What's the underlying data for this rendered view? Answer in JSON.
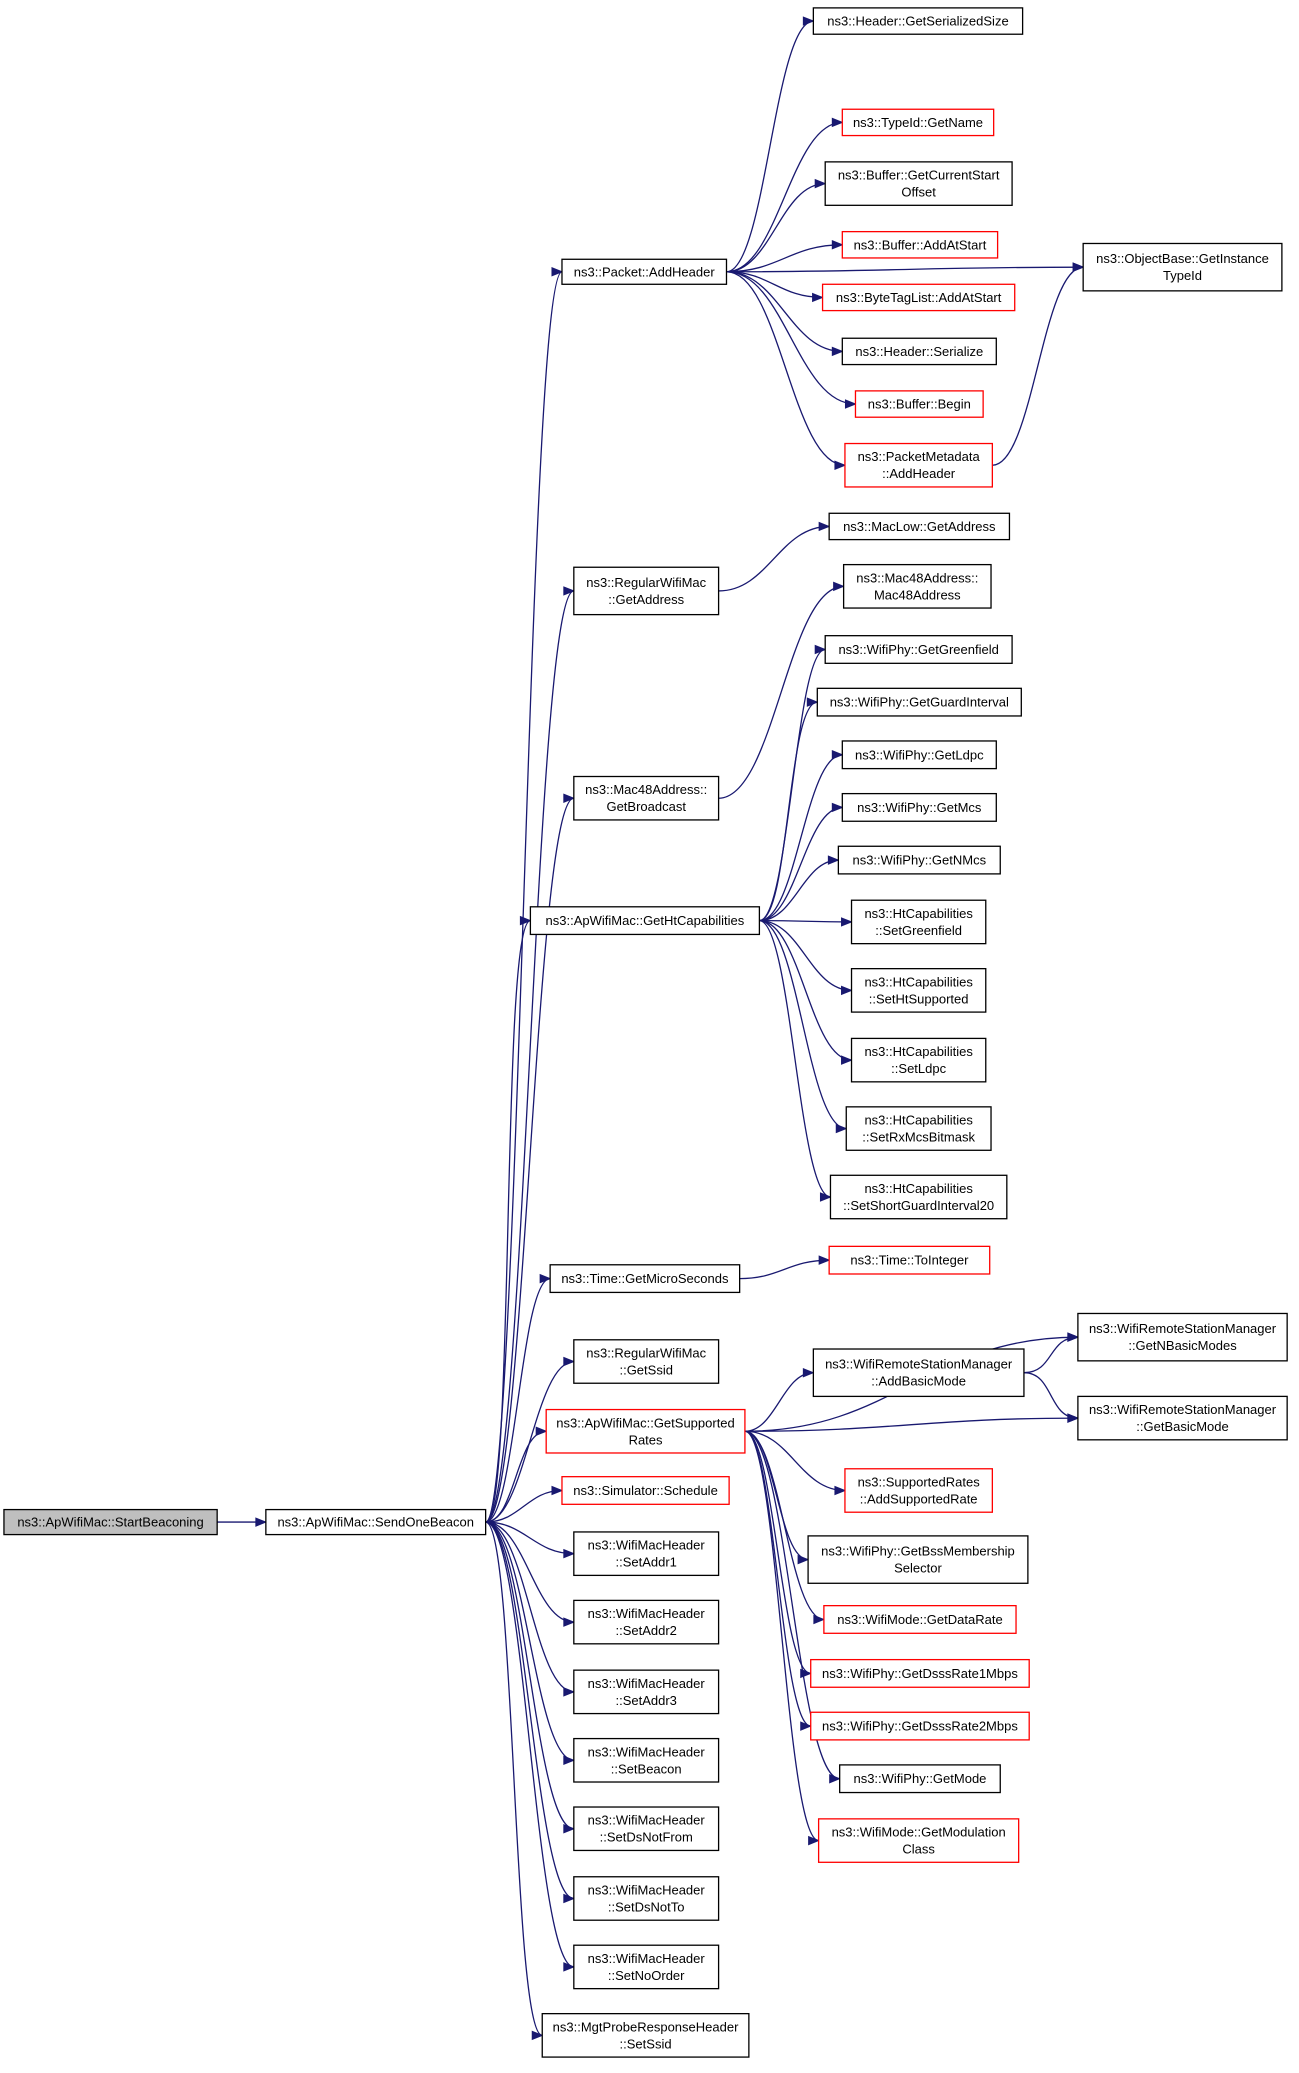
{
  "colors": {
    "edge": "#191970",
    "node_border": "#000000",
    "truncated_border": "#ff0000",
    "root_fill": "#bfbfbf"
  },
  "nodes": [
    {
      "id": "start",
      "lines": [
        "ns3::ApWifiMac::StartBeaconing"
      ],
      "style": "root"
    },
    {
      "id": "send",
      "lines": [
        "ns3::ApWifiMac::SendOneBeacon"
      ],
      "style": "black"
    },
    {
      "id": "addheader",
      "lines": [
        "ns3::Packet::AddHeader"
      ],
      "style": "black"
    },
    {
      "id": "getser",
      "lines": [
        "ns3::Header::GetSerializedSize"
      ],
      "style": "black"
    },
    {
      "id": "typeid",
      "lines": [
        "ns3::TypeId::GetName"
      ],
      "style": "red"
    },
    {
      "id": "bufcur",
      "lines": [
        "ns3::Buffer::GetCurrentStart",
        "Offset"
      ],
      "style": "black"
    },
    {
      "id": "bufadd",
      "lines": [
        "ns3::Buffer::AddAtStart"
      ],
      "style": "red"
    },
    {
      "id": "bytetag",
      "lines": [
        "ns3::ByteTagList::AddAtStart"
      ],
      "style": "red"
    },
    {
      "id": "hdrser",
      "lines": [
        "ns3::Header::Serialize"
      ],
      "style": "black"
    },
    {
      "id": "bufbegin",
      "lines": [
        "ns3::Buffer::Begin"
      ],
      "style": "red"
    },
    {
      "id": "pktmeta",
      "lines": [
        "ns3::PacketMetadata",
        "::AddHeader"
      ],
      "style": "red"
    },
    {
      "id": "objbase",
      "lines": [
        "ns3::ObjectBase::GetInstance",
        "TypeId"
      ],
      "style": "black"
    },
    {
      "id": "rwmaddr",
      "lines": [
        "ns3::RegularWifiMac",
        "::GetAddress"
      ],
      "style": "black"
    },
    {
      "id": "maclow",
      "lines": [
        "ns3::MacLow::GetAddress"
      ],
      "style": "black"
    },
    {
      "id": "mac48ctor",
      "lines": [
        "ns3::Mac48Address::",
        "Mac48Address"
      ],
      "style": "black"
    },
    {
      "id": "mac48bc",
      "lines": [
        "ns3::Mac48Address::",
        "GetBroadcast"
      ],
      "style": "black"
    },
    {
      "id": "htcap",
      "lines": [
        "ns3::ApWifiMac::GetHtCapabilities"
      ],
      "style": "black"
    },
    {
      "id": "greenfield",
      "lines": [
        "ns3::WifiPhy::GetGreenfield"
      ],
      "style": "black"
    },
    {
      "id": "guard",
      "lines": [
        "ns3::WifiPhy::GetGuardInterval"
      ],
      "style": "black"
    },
    {
      "id": "ldpc",
      "lines": [
        "ns3::WifiPhy::GetLdpc"
      ],
      "style": "black"
    },
    {
      "id": "mcs",
      "lines": [
        "ns3::WifiPhy::GetMcs"
      ],
      "style": "black"
    },
    {
      "id": "nmcs",
      "lines": [
        "ns3::WifiPhy::GetNMcs"
      ],
      "style": "black"
    },
    {
      "id": "setgreen",
      "lines": [
        "ns3::HtCapabilities",
        "::SetGreenfield"
      ],
      "style": "black"
    },
    {
      "id": "sethtsup",
      "lines": [
        "ns3::HtCapabilities",
        "::SetHtSupported"
      ],
      "style": "black"
    },
    {
      "id": "setldpc",
      "lines": [
        "ns3::HtCapabilities",
        "::SetLdpc"
      ],
      "style": "black"
    },
    {
      "id": "setrxmcs",
      "lines": [
        "ns3::HtCapabilities",
        "::SetRxMcsBitmask"
      ],
      "style": "black"
    },
    {
      "id": "setsgi",
      "lines": [
        "ns3::HtCapabilities",
        "::SetShortGuardInterval20"
      ],
      "style": "black"
    },
    {
      "id": "timemicro",
      "lines": [
        "ns3::Time::GetMicroSeconds"
      ],
      "style": "black"
    },
    {
      "id": "toint",
      "lines": [
        "ns3::Time::ToInteger"
      ],
      "style": "red"
    },
    {
      "id": "getssid",
      "lines": [
        "ns3::RegularWifiMac",
        "::GetSsid"
      ],
      "style": "black"
    },
    {
      "id": "suprates",
      "lines": [
        "ns3::ApWifiMac::GetSupported",
        "Rates"
      ],
      "style": "red"
    },
    {
      "id": "addbasic",
      "lines": [
        "ns3::WifiRemoteStationManager",
        "::AddBasicMode"
      ],
      "style": "black"
    },
    {
      "id": "getnbasic",
      "lines": [
        "ns3::WifiRemoteStationManager",
        "::GetNBasicModes"
      ],
      "style": "black"
    },
    {
      "id": "getbasic",
      "lines": [
        "ns3::WifiRemoteStationManager",
        "::GetBasicMode"
      ],
      "style": "black"
    },
    {
      "id": "addsuprate",
      "lines": [
        "ns3::SupportedRates",
        "::AddSupportedRate"
      ],
      "style": "red"
    },
    {
      "id": "bssmember",
      "lines": [
        "ns3::WifiPhy::GetBssMembership",
        "Selector"
      ],
      "style": "black"
    },
    {
      "id": "datarate",
      "lines": [
        "ns3::WifiMode::GetDataRate"
      ],
      "style": "red"
    },
    {
      "id": "dsss1",
      "lines": [
        "ns3::WifiPhy::GetDsssRate1Mbps"
      ],
      "style": "red"
    },
    {
      "id": "dsss2",
      "lines": [
        "ns3::WifiPhy::GetDsssRate2Mbps"
      ],
      "style": "red"
    },
    {
      "id": "getmode",
      "lines": [
        "ns3::WifiPhy::GetMode"
      ],
      "style": "black"
    },
    {
      "id": "modclass",
      "lines": [
        "ns3::WifiMode::GetModulation",
        "Class"
      ],
      "style": "red"
    },
    {
      "id": "schedule",
      "lines": [
        "ns3::Simulator::Schedule"
      ],
      "style": "red"
    },
    {
      "id": "addr1",
      "lines": [
        "ns3::WifiMacHeader",
        "::SetAddr1"
      ],
      "style": "black"
    },
    {
      "id": "addr2",
      "lines": [
        "ns3::WifiMacHeader",
        "::SetAddr2"
      ],
      "style": "black"
    },
    {
      "id": "addr3",
      "lines": [
        "ns3::WifiMacHeader",
        "::SetAddr3"
      ],
      "style": "black"
    },
    {
      "id": "setbeacon",
      "lines": [
        "ns3::WifiMacHeader",
        "::SetBeacon"
      ],
      "style": "black"
    },
    {
      "id": "dsnotfrom",
      "lines": [
        "ns3::WifiMacHeader",
        "::SetDsNotFrom"
      ],
      "style": "black"
    },
    {
      "id": "dsnotto",
      "lines": [
        "ns3::WifiMacHeader",
        "::SetDsNotTo"
      ],
      "style": "black"
    },
    {
      "id": "noorder",
      "lines": [
        "ns3::WifiMacHeader",
        "::SetNoOrder"
      ],
      "style": "black"
    },
    {
      "id": "probessid",
      "lines": [
        "ns3::MgtProbeResponseHeader",
        "::SetSsid"
      ],
      "style": "black"
    }
  ],
  "edges": [
    [
      "start",
      "send"
    ],
    [
      "send",
      "addheader"
    ],
    [
      "send",
      "rwmaddr"
    ],
    [
      "send",
      "mac48bc"
    ],
    [
      "send",
      "htcap"
    ],
    [
      "send",
      "timemicro"
    ],
    [
      "send",
      "getssid"
    ],
    [
      "send",
      "suprates"
    ],
    [
      "send",
      "schedule"
    ],
    [
      "send",
      "addr1"
    ],
    [
      "send",
      "addr2"
    ],
    [
      "send",
      "addr3"
    ],
    [
      "send",
      "setbeacon"
    ],
    [
      "send",
      "dsnotfrom"
    ],
    [
      "send",
      "dsnotto"
    ],
    [
      "send",
      "noorder"
    ],
    [
      "send",
      "probessid"
    ],
    [
      "addheader",
      "getser"
    ],
    [
      "addheader",
      "typeid"
    ],
    [
      "addheader",
      "bufcur"
    ],
    [
      "addheader",
      "bufadd"
    ],
    [
      "addheader",
      "bytetag"
    ],
    [
      "addheader",
      "hdrser"
    ],
    [
      "addheader",
      "bufbegin"
    ],
    [
      "addheader",
      "pktmeta"
    ],
    [
      "addheader",
      "objbase"
    ],
    [
      "pktmeta",
      "objbase"
    ],
    [
      "rwmaddr",
      "maclow"
    ],
    [
      "mac48bc",
      "mac48ctor"
    ],
    [
      "htcap",
      "greenfield"
    ],
    [
      "htcap",
      "guard"
    ],
    [
      "htcap",
      "ldpc"
    ],
    [
      "htcap",
      "mcs"
    ],
    [
      "htcap",
      "nmcs"
    ],
    [
      "htcap",
      "setgreen"
    ],
    [
      "htcap",
      "sethtsup"
    ],
    [
      "htcap",
      "setldpc"
    ],
    [
      "htcap",
      "setrxmcs"
    ],
    [
      "htcap",
      "setsgi"
    ],
    [
      "timemicro",
      "toint"
    ],
    [
      "suprates",
      "addbasic"
    ],
    [
      "suprates",
      "getnbasic"
    ],
    [
      "suprates",
      "getbasic"
    ],
    [
      "suprates",
      "addsuprate"
    ],
    [
      "suprates",
      "bssmember"
    ],
    [
      "suprates",
      "datarate"
    ],
    [
      "suprates",
      "dsss1"
    ],
    [
      "suprates",
      "dsss2"
    ],
    [
      "suprates",
      "getmode"
    ],
    [
      "suprates",
      "modclass"
    ],
    [
      "addbasic",
      "getnbasic"
    ],
    [
      "addbasic",
      "getbasic"
    ]
  ]
}
